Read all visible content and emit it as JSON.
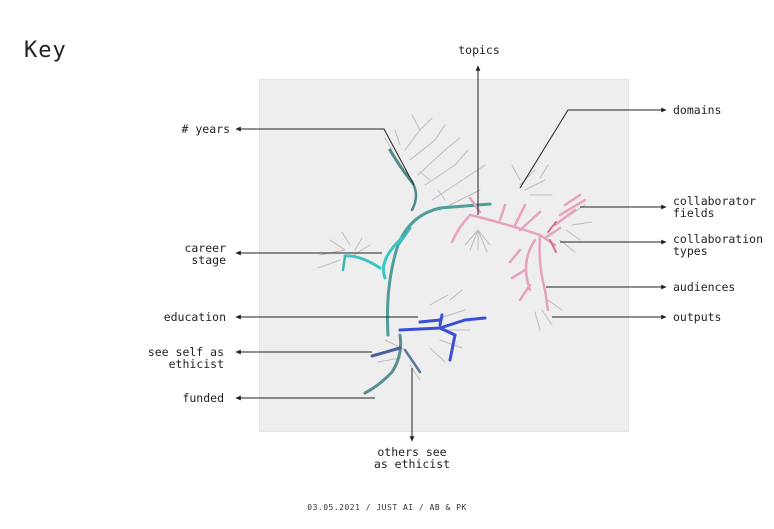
{
  "title": "Key",
  "labels": {
    "topics": "topics",
    "domains": "domains",
    "years": "# years",
    "collaborator_fields": "collaborator\nfields",
    "collaboration_types": "collaboration\ntypes",
    "career_stage": "career\nstage",
    "audiences": "audiences",
    "outputs": "outputs",
    "education": "education",
    "see_self_as_ethicist": "see self as\nethicist",
    "funded": "funded",
    "others_see_as_ethicist": "others see\nas ethicist"
  },
  "footer": "03.05.2021 / JUST AI / AB & PK",
  "colors": {
    "teal": "#3fb4b4",
    "teal_dark": "#4f8a88",
    "blue": "#3a4fd6",
    "pink": "#e7a2c0",
    "grey_branch": "#b9b9b9",
    "panel": "#eeeeee"
  }
}
